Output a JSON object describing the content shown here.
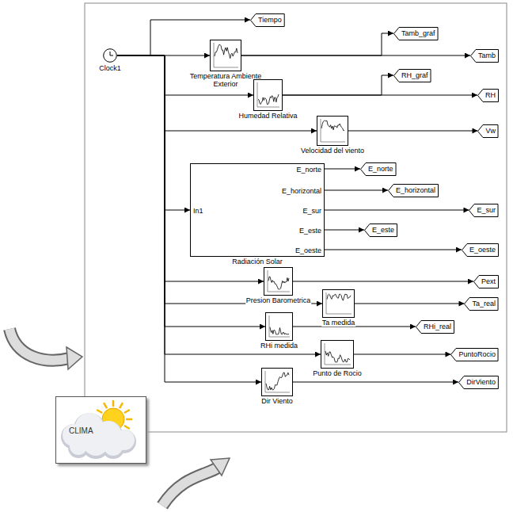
{
  "diagram": {
    "nodes": [
      {
        "text": [
          "Clock1"
        ]
      },
      {
        "text": [
          "Tiempo"
        ]
      },
      {
        "text": [
          "Temperatura Ambiente Exterior"
        ]
      },
      {
        "text": [
          "Tamb_graf"
        ]
      },
      {
        "text": [
          "Tamb"
        ]
      },
      {
        "text": [
          "Humedad Relativa"
        ]
      },
      {
        "text": [
          "RH_graf"
        ]
      },
      {
        "text": [
          "RH"
        ]
      },
      {
        "text": [
          "Velocidad del viento"
        ]
      },
      {
        "text": [
          "Vw"
        ]
      },
      {
        "text": [
          "In1",
          "E_norte",
          "E_horizontal",
          "E_sur",
          "E_este",
          "E_oeste",
          "Radiación Solar"
        ]
      },
      {
        "text": [
          "E_norte"
        ]
      },
      {
        "text": [
          "E_horizontal"
        ]
      },
      {
        "text": [
          "E_sur"
        ]
      },
      {
        "text": [
          "E_este"
        ]
      },
      {
        "text": [
          "E_oeste"
        ]
      },
      {
        "text": [
          "Presion Barometrica"
        ]
      },
      {
        "text": [
          "Pext"
        ]
      },
      {
        "text": [
          "Ta medida"
        ]
      },
      {
        "text": [
          "Ta_real"
        ]
      },
      {
        "text": [
          "RHi medida"
        ]
      },
      {
        "text": [
          "RHi_real"
        ]
      },
      {
        "text": [
          "Punto de Rocio"
        ]
      },
      {
        "text": [
          "PuntoRocio"
        ]
      },
      {
        "text": [
          "Dir Viento"
        ]
      },
      {
        "text": [
          "DirViento"
        ]
      },
      {
        "text": [
          "CLIMA"
        ]
      }
    ],
    "edges": [
      {
        "from": 0,
        "to": 1,
        "arrow": "to"
      },
      {
        "from": 0,
        "to": 2,
        "arrow": "to"
      },
      {
        "from": 2,
        "to": 3,
        "arrow": "to"
      },
      {
        "from": 2,
        "to": 4,
        "arrow": "to"
      },
      {
        "from": 0,
        "to": 5,
        "arrow": "to"
      },
      {
        "from": 5,
        "to": 6,
        "arrow": "to"
      },
      {
        "from": 5,
        "to": 7,
        "arrow": "to"
      },
      {
        "from": 0,
        "to": 8,
        "arrow": "to"
      },
      {
        "from": 8,
        "to": 9,
        "arrow": "to"
      },
      {
        "from": 0,
        "to": 10,
        "arrow": "to"
      },
      {
        "from": 10,
        "to": 11,
        "arrow": "to"
      },
      {
        "from": 10,
        "to": 12,
        "arrow": "to"
      },
      {
        "from": 10,
        "to": 13,
        "arrow": "to"
      },
      {
        "from": 10,
        "to": 14,
        "arrow": "to"
      },
      {
        "from": 10,
        "to": 15,
        "arrow": "to"
      },
      {
        "from": 0,
        "to": 16,
        "arrow": "to"
      },
      {
        "from": 16,
        "to": 17,
        "arrow": "to"
      },
      {
        "from": 0,
        "to": 18,
        "arrow": "to"
      },
      {
        "from": 18,
        "to": 19,
        "arrow": "to"
      },
      {
        "from": 0,
        "to": 20,
        "arrow": "to"
      },
      {
        "from": 20,
        "to": 21,
        "arrow": "to"
      },
      {
        "from": 0,
        "to": 22,
        "arrow": "to"
      },
      {
        "from": 22,
        "to": 23,
        "arrow": "to"
      },
      {
        "from": 0,
        "to": 24,
        "arrow": "to"
      },
      {
        "from": 24,
        "to": 25,
        "arrow": "to"
      }
    ]
  }
}
